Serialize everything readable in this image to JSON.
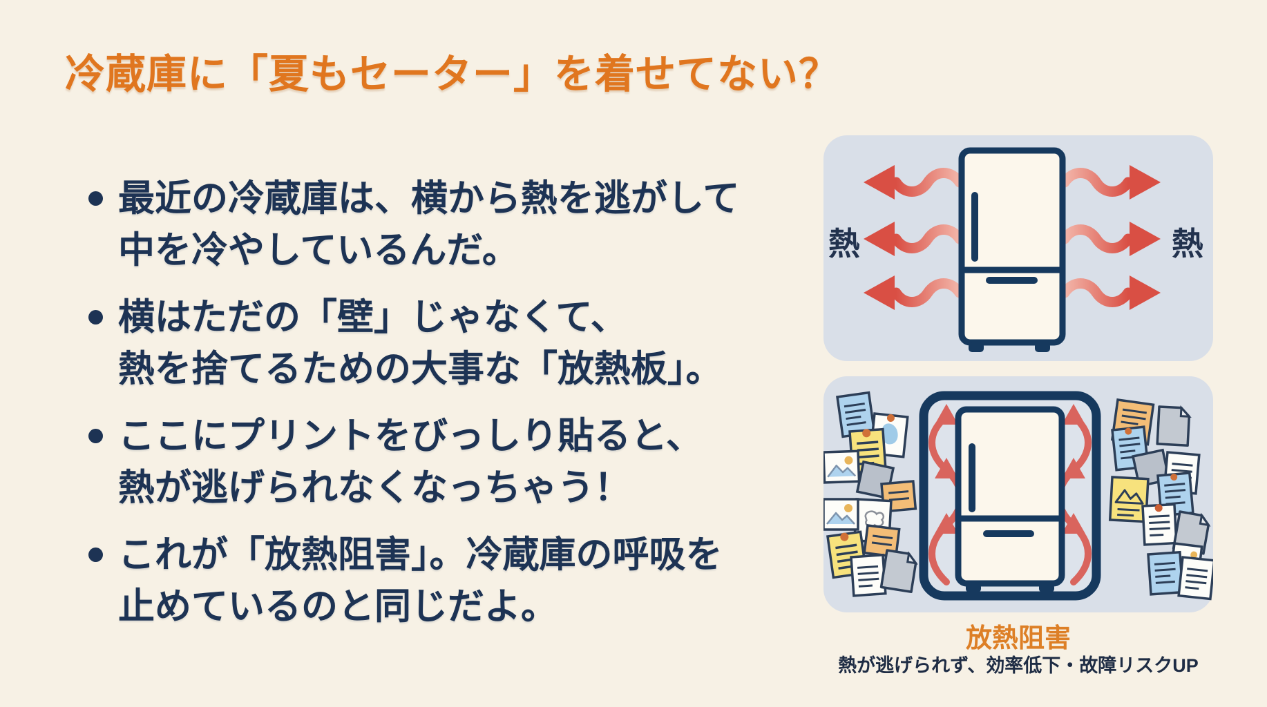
{
  "slide": {
    "title": "冷蔵庫に「夏もセーター」を着せてない？",
    "bullets": [
      {
        "lines": [
          "最近の冷蔵庫は、横から熱を逃がして",
          "中を冷やしているんだ。"
        ]
      },
      {
        "lines": [
          "横はただの「壁」じゃなくて、",
          "熱を捨てるための大事な「放熱板」。"
        ]
      },
      {
        "lines": [
          "ここにプリントをびっしり貼ると、",
          "熱が逃げられなくなっちゃう！"
        ]
      },
      {
        "lines": [
          "これが「放熱阻害」。冷蔵庫の呼吸を",
          "止めているのと同じだよ。"
        ]
      }
    ]
  },
  "diagram": {
    "heat_label_left": "熱",
    "heat_label_right": "熱",
    "caption_title": "放熱阻害",
    "caption_subtitle": "熱が逃げられず、効率低下・故障リスクUP"
  },
  "colors": {
    "background": "#f7f1e5",
    "title_orange": "#e0761f",
    "body_navy": "#1d3354",
    "panel_background": "#d9dfe8",
    "fridge_outline_navy": "#16395e",
    "fridge_fill": "#fcf7ec",
    "heat_arrow_red": "#d94f44",
    "caption_orange": "#dd7f26",
    "caption_navy": "#1e2c44"
  }
}
